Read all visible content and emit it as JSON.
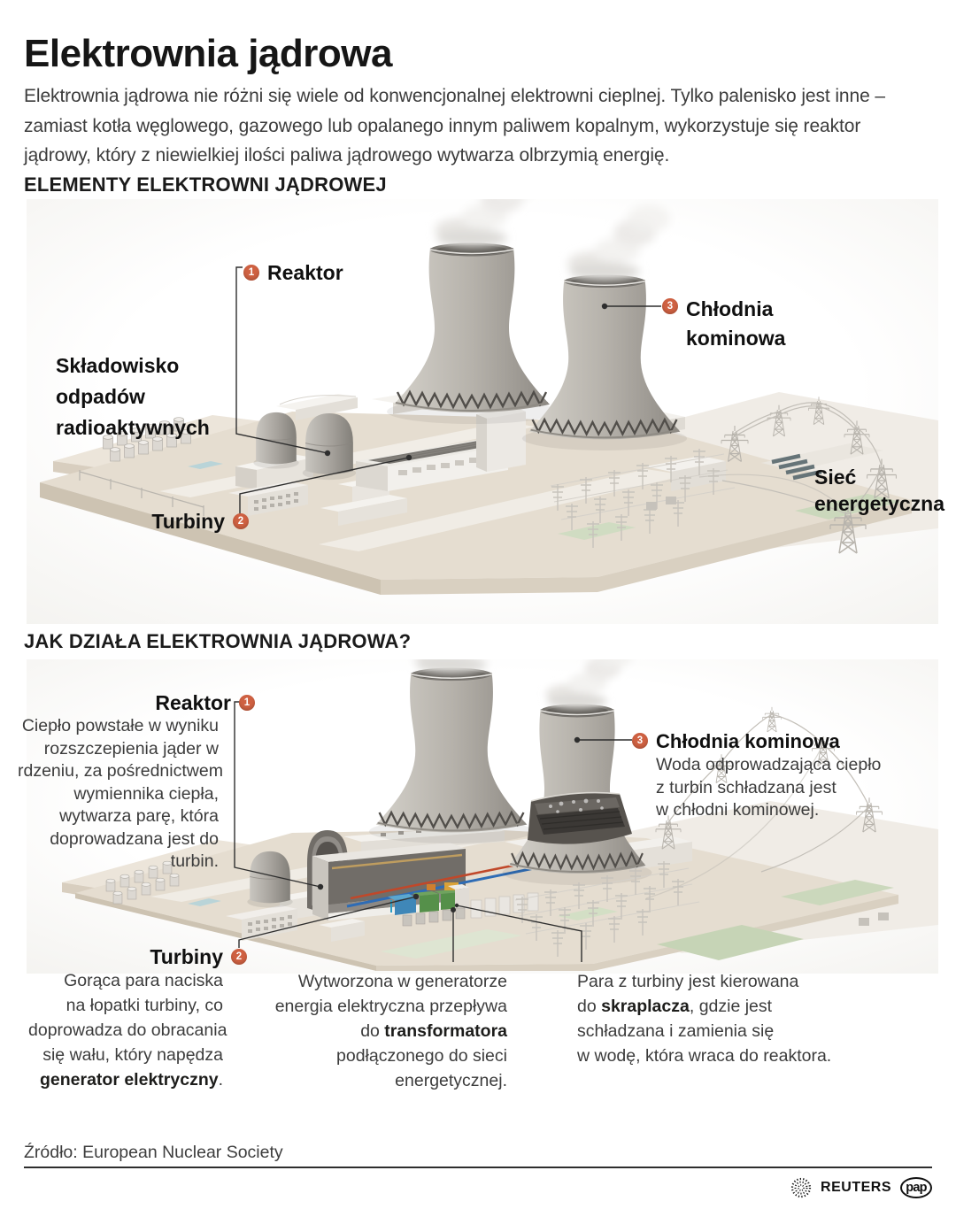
{
  "page": {
    "title": "Elektrownia jądrowa",
    "intro": "Elektrownia jądrowa nie różni się wiele od konwencjonalnej elektrowni cieplnej. Tylko palenisko jest inne –\nzamiast kotła węglowego, gazowego lub opalanego innym paliwem kopalnym, wykorzystuje się reaktor\njądrowy, który z niewielkiej ilości paliwa jądrowego wytwarza olbrzymią energię."
  },
  "colors": {
    "accent": "#cf6142",
    "text_dark": "#1d1d1b",
    "text_body": "#3c3c3c",
    "leader_line": "#2e2e2e"
  },
  "sections": {
    "elements": {
      "heading": "ELEMENTY ELEKTROWNI JĄDROWEJ",
      "labels": {
        "reaktor": {
          "num": "1",
          "label": "Reaktor"
        },
        "skladowisko": {
          "label": "Składowisko\nodpadów\nradioaktywnych"
        },
        "turbiny": {
          "num": "2",
          "label": "Turbiny"
        },
        "chlodnia": {
          "num": "3",
          "label": "Chłodnia\nkominowa"
        },
        "siec": {
          "label": "Sieć\nenergetyczna"
        }
      }
    },
    "how": {
      "heading": "JAK DZIAŁA ELEKTROWNIA JĄDROWA?",
      "reaktor": {
        "num": "1",
        "title": "Reaktor",
        "desc": "Ciepło powstałe w wyniku\nrozszczepienia jąder w\nrdzeniu, za pośrednictwem\nwymiennika ciepła,\nwytwarza parę, która\ndoprowadzana jest do\nturbin."
      },
      "chlodnia": {
        "num": "3",
        "title": "Chłodnia kominowa",
        "desc": "Woda odprowadzająca ciepło\nz turbin schładzana jest\nw chłodni kominowej."
      },
      "turbiny": {
        "num": "2",
        "title": "Turbiny",
        "desc_pre": "Gorąca para naciska\nna łopatki turbiny, co\ndoprowadza do obracania\nsię wału, który napędza\n",
        "desc_bold": "generator elektryczny",
        "desc_post": "."
      },
      "transformator": {
        "pre": "Wytworzona w generatorze\nenergia elektryczna przepływa\ndo ",
        "bold": "transformatora",
        "post": "\npodłączonego do sieci\nenergetycznej."
      },
      "skraplacz": {
        "pre": "Para z turbiny jest kierowana\ndo ",
        "bold": "skraplacza",
        "post": ", gdzie jest\nschładzana i zamienia się\nw wodę, która wraca do reaktora."
      }
    }
  },
  "footer": {
    "source": "Źródło: European Nuclear Society",
    "reuters": "REUTERS",
    "pap": "pap"
  }
}
